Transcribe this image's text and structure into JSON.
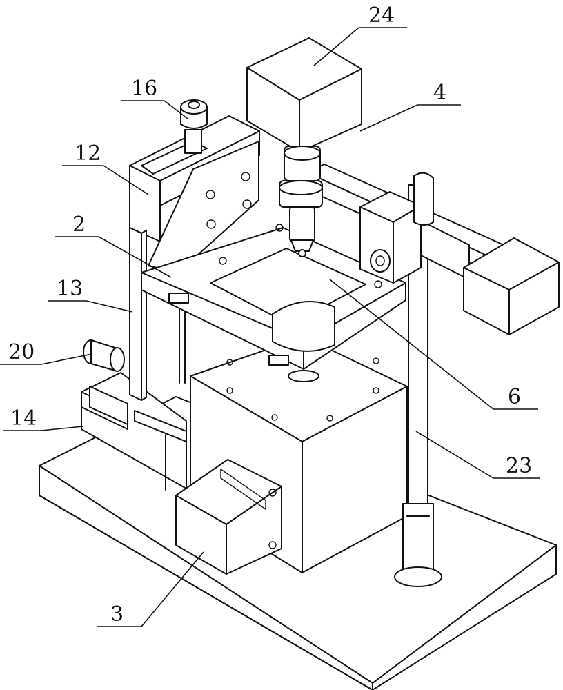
{
  "labels": {
    "l24": "24",
    "l4": "4",
    "l16": "16",
    "l12": "12",
    "l2": "2",
    "l13": "13",
    "l20": "20",
    "l14": "14",
    "l6": "6",
    "l23": "23",
    "l3": "3"
  }
}
